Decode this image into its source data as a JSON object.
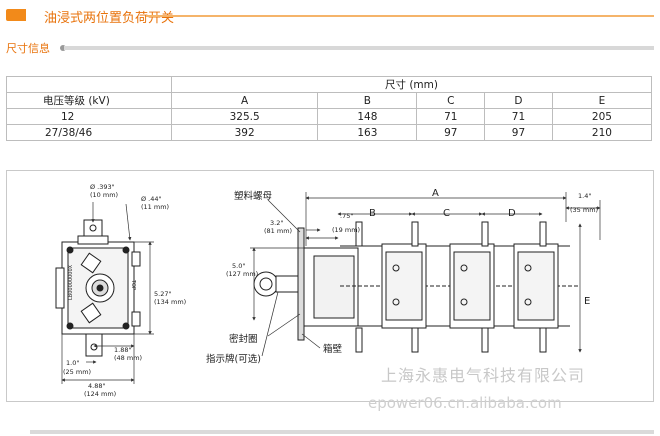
{
  "header": {
    "title": "油浸式两位置负荷开关"
  },
  "section": {
    "title": "尺寸信息"
  },
  "table": {
    "group_header": "尺寸 (mm)",
    "row_header": "电压等级 (kV)",
    "columns": [
      "A",
      "B",
      "C",
      "D",
      "E"
    ],
    "rows": [
      {
        "label": "12",
        "values": [
          "325.5",
          "148",
          "71",
          "71",
          "205"
        ]
      },
      {
        "label": "27/38/46",
        "values": [
          "392",
          "163",
          "97",
          "97",
          "210"
        ]
      }
    ]
  },
  "front_view": {
    "dim_top_in": "Ø .393\"",
    "dim_top_mm": "(10 mm)",
    "dim_hole_in": "Ø .44\"",
    "dim_hole_mm": "(11 mm)",
    "dim_height_in": "5.27\"",
    "dim_height_mm": "(134 mm)",
    "dim_offset_in": "1.88\"",
    "dim_offset_mm": "(48 mm)",
    "dim_small_in": "1.0\"",
    "dim_small_mm": "(25 mm)",
    "dim_width_in": "4.88\"",
    "dim_width_mm": "(124 mm)",
    "label_top": "TOP",
    "label_serial": "LB00000000X"
  },
  "side_view": {
    "label_nut": "塑料螺母",
    "label_seal": "密封圈",
    "label_indicator": "指示牌(可选)",
    "label_box": "箱壁",
    "dim_a": "A",
    "dim_b": "B",
    "dim_c": "C",
    "dim_d": "D",
    "dim_e": "E",
    "dim_32_in": "3.2\"",
    "dim_32_mm": "(81 mm)",
    "dim_75_in": ".75\"",
    "dim_75_mm": "(19 mm)",
    "dim_50_in": "5.0\"",
    "dim_50_mm": "(127 mm)",
    "dim_14_in": "1.4\"",
    "dim_14_mm": "(35 mm)"
  },
  "watermark": {
    "company": "上海永惠电气科技有限公司",
    "site": "epower06.cn.alibaba.com"
  }
}
